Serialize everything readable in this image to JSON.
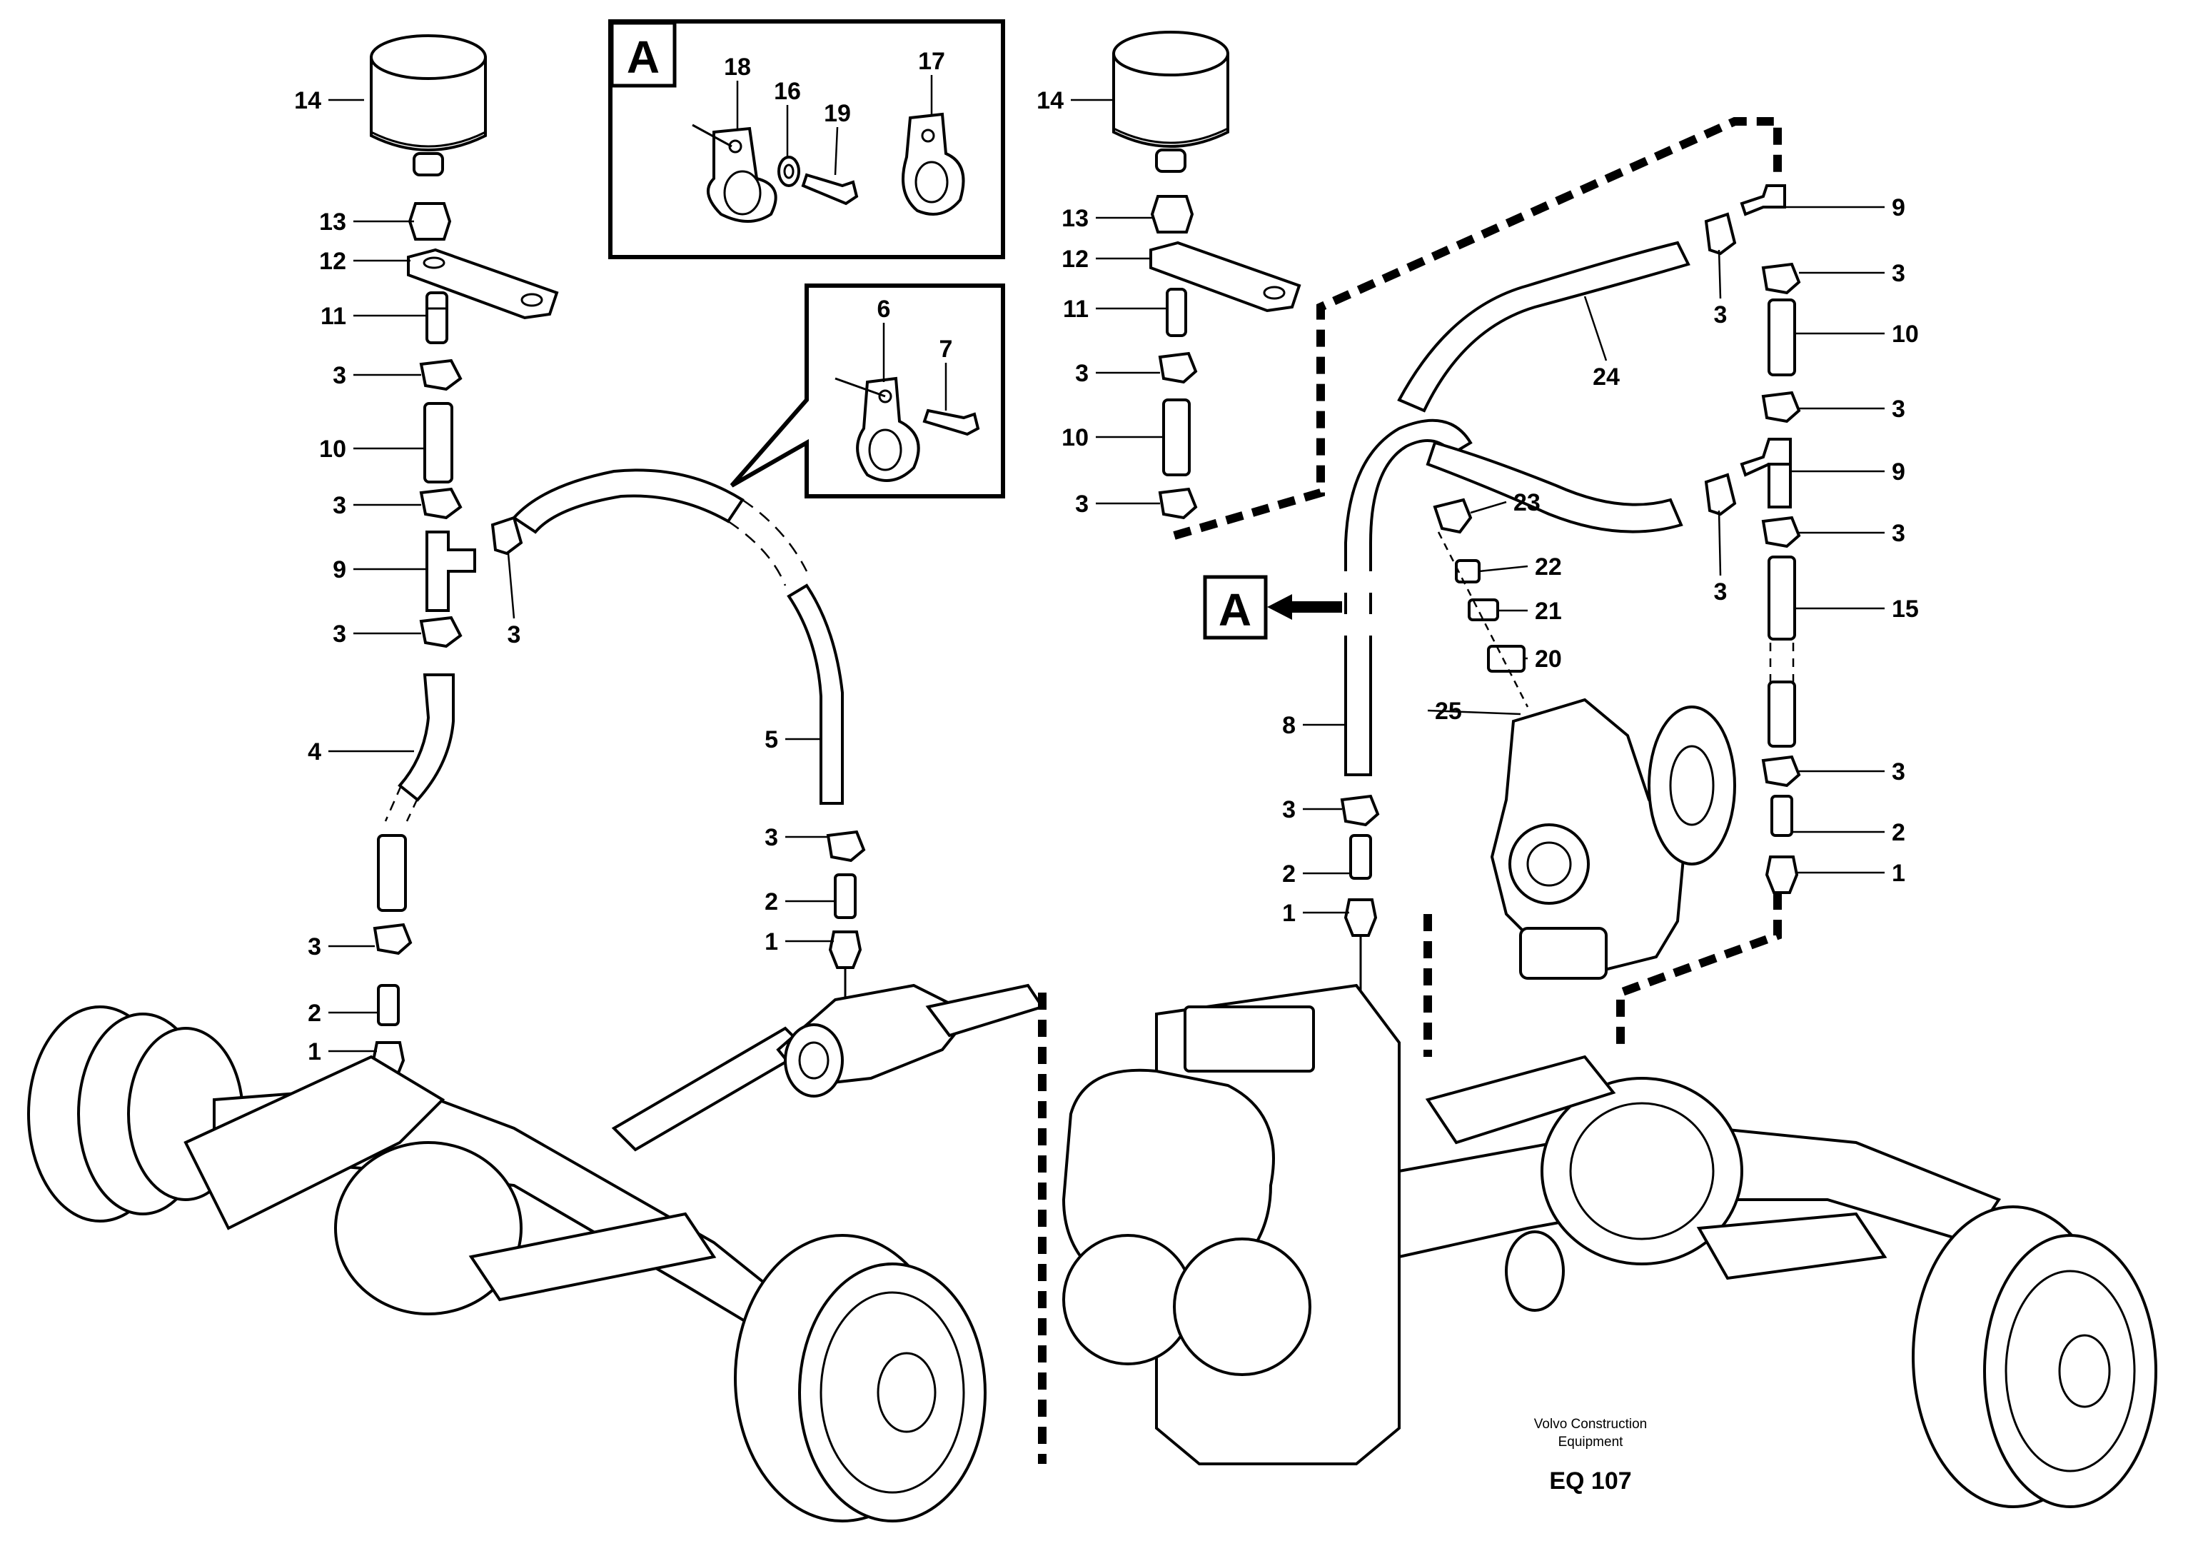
{
  "callouts": {
    "left": [
      "14",
      "13",
      "12",
      "11",
      "3",
      "10",
      "3",
      "9",
      "3",
      "3",
      "4",
      "3",
      "2",
      "1",
      "5",
      "3",
      "2",
      "1"
    ],
    "left_detail": [
      "6",
      "7"
    ],
    "right": [
      "14",
      "13",
      "12",
      "11",
      "3",
      "10",
      "3",
      "23",
      "22",
      "21",
      "20",
      "25",
      "8",
      "3",
      "2",
      "1",
      "24",
      "3",
      "3",
      "9",
      "3",
      "10",
      "3",
      "9",
      "3",
      "15",
      "3",
      "2",
      "1"
    ],
    "box_a": [
      "18",
      "16",
      "19",
      "17"
    ]
  },
  "detail_a": {
    "letter": "A"
  },
  "ref_a": {
    "letter": "A"
  },
  "footer": {
    "company": "Volvo Construction",
    "company2": "Equipment",
    "code": "EQ 107"
  }
}
